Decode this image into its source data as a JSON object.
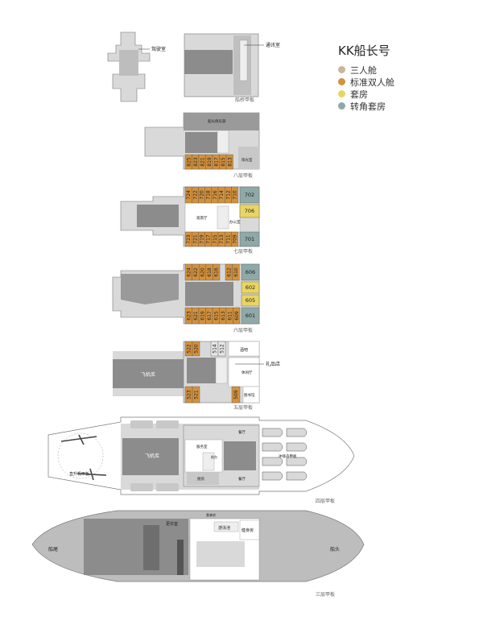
{
  "legend": {
    "title": "KK船长号",
    "items": [
      {
        "label": "三人舱",
        "color": "#c9b59a"
      },
      {
        "label": "标准双人舱",
        "color": "#d4913c"
      },
      {
        "label": "套房",
        "color": "#e8d562"
      },
      {
        "label": "转角套房",
        "color": "#8fa8a8"
      }
    ]
  },
  "decks": {
    "bridge": {
      "name": "船桥甲板",
      "wheelhouse": "驾驶室",
      "radio_room": "通讯室"
    },
    "deck8": {
      "name": "八层甲板",
      "top_label": "船长俱乐部",
      "corner_label": "阳光室",
      "cabins": [
        "825",
        "823",
        "821",
        "819",
        "817",
        "815",
        "813"
      ]
    },
    "deck7": {
      "name": "七层甲板",
      "center_label": "观景厅",
      "office_label": "办公室",
      "top_cabins": [
        "724",
        "722",
        "720",
        "718",
        "716",
        "714",
        "712",
        "710"
      ],
      "bottom_cabins": [
        "723",
        "721",
        "719",
        "717",
        "715",
        "713",
        "711",
        "709"
      ],
      "corner_top": "702",
      "suite": "706",
      "corner_bottom": "701"
    },
    "deck6": {
      "name": "六层甲板",
      "top_cabins": [
        "624",
        "622",
        "620",
        "618",
        "616",
        "612",
        "610"
      ],
      "bottom_cabins": [
        "623",
        "621",
        "619",
        "617",
        "615",
        "613",
        "611",
        "609"
      ],
      "corner_top": "606",
      "suite_a": "602",
      "suite_b": "605",
      "corner_bottom": "601"
    },
    "deck5": {
      "name": "五层甲板",
      "hangar": "飞机库",
      "bar": "酒吧",
      "gift_shop": "礼品店",
      "lounge": "休闲厅",
      "library": "图书馆",
      "top_cabins": [
        "522",
        "520",
        "514",
        "512"
      ],
      "bottom_cabins": [
        "523",
        "521",
        "509"
      ]
    },
    "deck4": {
      "name": "四层甲板",
      "heliport": "直升机甲板",
      "hangar": "飞机库",
      "restaurant_a": "餐厅",
      "restaurant_b": "餐厅",
      "kitchen": "厨房",
      "reception": "前台",
      "service": "服务室",
      "zodiac": "冲锋舟甲板"
    },
    "deck3": {
      "name": "三层甲板",
      "stern": "船尾",
      "bow": "船头",
      "changing": "更衣室",
      "sauna": "桑拿房",
      "pool": "游泳池",
      "gym": "健身房"
    }
  }
}
